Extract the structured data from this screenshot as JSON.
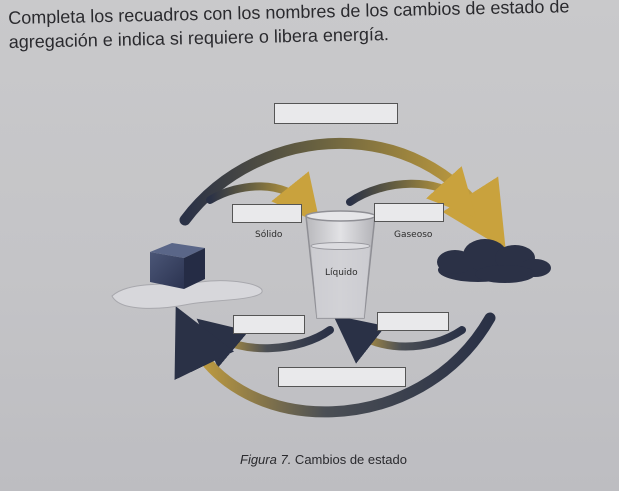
{
  "instruction": {
    "line1": "Completa los recuadros con los nombres de los cambios de estado de",
    "line2": "agregación e indica si requiere o libera energía."
  },
  "diagram": {
    "states": {
      "solid": "Sólido",
      "liquid": "Líquido",
      "gas": "Gaseoso"
    },
    "arrow_colors": {
      "gold": "#c9a23d",
      "navy": "#2a3146"
    }
  },
  "caption": {
    "figure": "Figura 7.",
    "text": " Cambios de estado"
  }
}
